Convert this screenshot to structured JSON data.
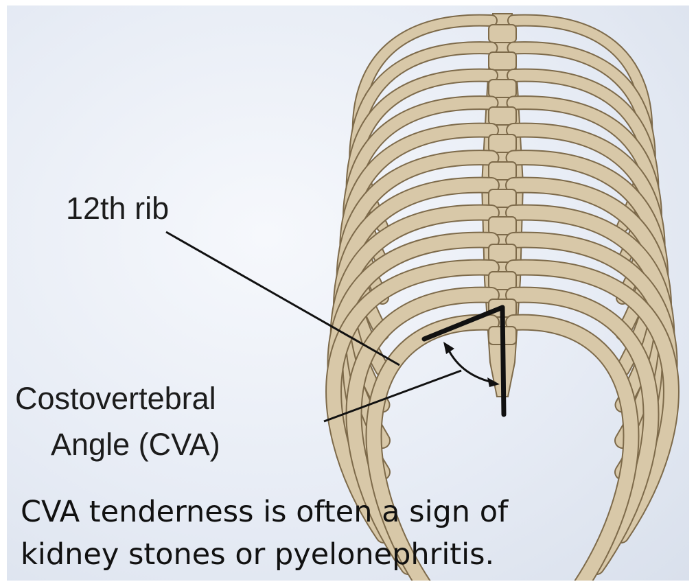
{
  "labels": {
    "rib": "12th rib",
    "cva_line1": "Costovertebral",
    "cva_line2": "Angle (CVA)"
  },
  "caption": {
    "line1": "CVA tenderness is often a sign of",
    "line2": "kidney stones or pyelonephritis."
  },
  "colors": {
    "bone": "#d8c8a8",
    "bone_outline": "#7d6a4a",
    "line": "#111111"
  }
}
